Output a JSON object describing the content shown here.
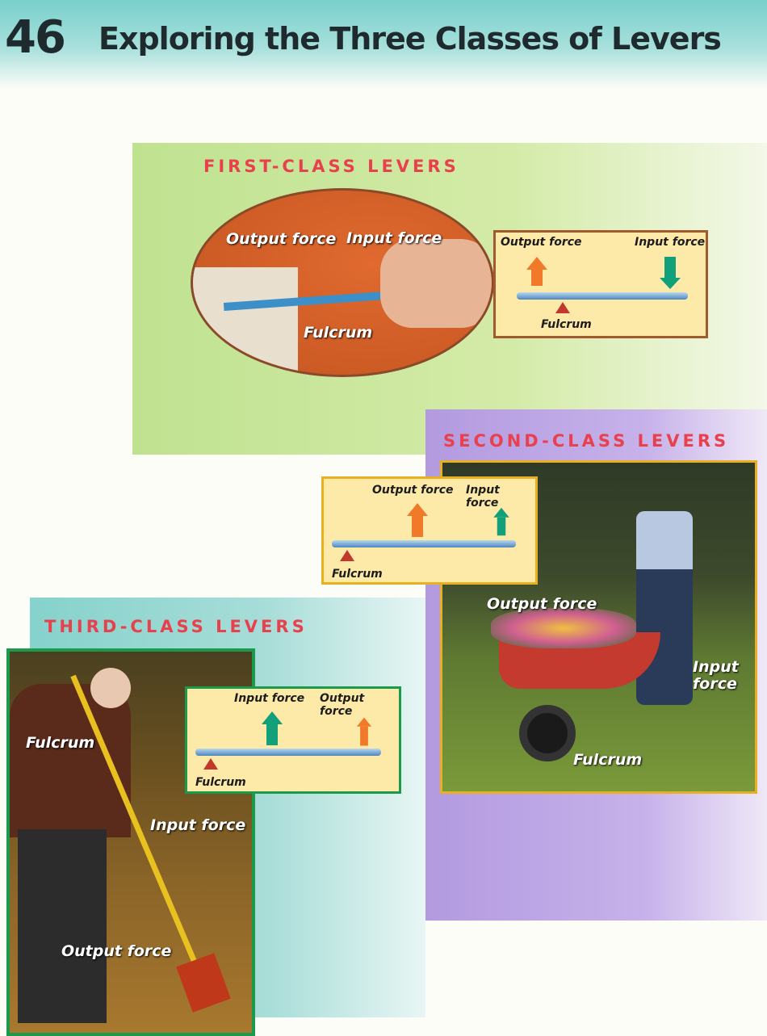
{
  "page": {
    "number": "46",
    "title": "Exploring the Three Classes of Levers"
  },
  "first_class": {
    "heading": "FIRST-CLASS LEVERS",
    "photo_labels": {
      "output": "Output force",
      "input": "Input force",
      "fulcrum": "Fulcrum"
    },
    "diagram": {
      "output": "Output force",
      "input": "Input force",
      "fulcrum": "Fulcrum"
    }
  },
  "second_class": {
    "heading": "SECOND-CLASS LEVERS",
    "photo_labels": {
      "output": "Output force",
      "input": "Input force",
      "fulcrum": "Fulcrum"
    },
    "diagram": {
      "output": "Output force",
      "input": "Input force",
      "fulcrum": "Fulcrum"
    }
  },
  "third_class": {
    "heading": "THIRD-CLASS LEVERS",
    "photo_labels": {
      "fulcrum": "Fulcrum",
      "input": "Input force",
      "output": "Output force"
    },
    "diagram": {
      "input": "Input force",
      "output": "Output force",
      "fulcrum": "Fulcrum"
    }
  },
  "colors": {
    "orange_arrow": "#f07a2a",
    "green_arrow": "#12a07a",
    "heading_red": "#e8414d"
  }
}
